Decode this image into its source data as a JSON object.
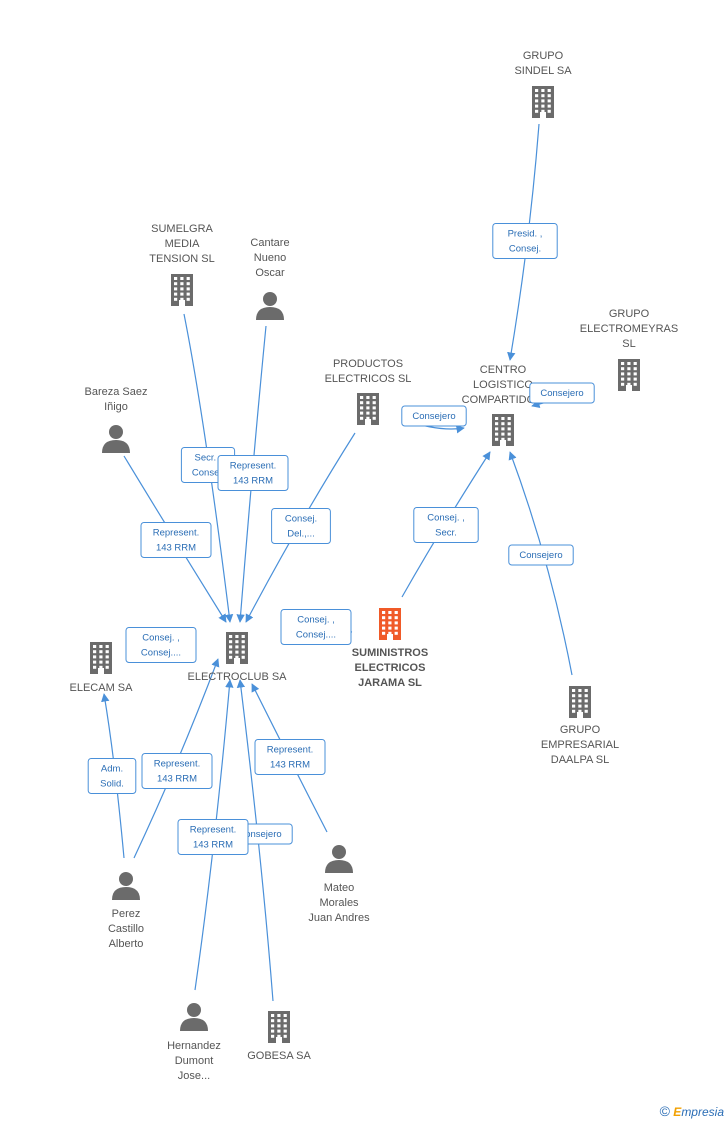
{
  "nodes": [
    {
      "id": "sindel",
      "type": "company",
      "label": [
        "GRUPO",
        "SINDEL SA"
      ]
    },
    {
      "id": "centro",
      "type": "company",
      "label": [
        "CENTRO",
        "LOGISTICO",
        "COMPARTIDO..."
      ]
    },
    {
      "id": "electromeyras",
      "type": "company",
      "label": [
        "GRUPO",
        "ELECTROMEYRAS",
        "SL"
      ]
    },
    {
      "id": "sumelgra",
      "type": "company",
      "label": [
        "SUMELGRA",
        "MEDIA",
        "TENSION SL"
      ]
    },
    {
      "id": "cantare",
      "type": "person",
      "label": [
        "Cantare",
        "Nueno",
        "Oscar"
      ]
    },
    {
      "id": "productos",
      "type": "company",
      "label": [
        "PRODUCTOS",
        "ELECTRICOS SL"
      ]
    },
    {
      "id": "bareza",
      "type": "person",
      "label": [
        "Bareza Saez",
        "Iñigo"
      ]
    },
    {
      "id": "electroclub",
      "type": "company",
      "label": [
        "ELECTROCLUB SA"
      ]
    },
    {
      "id": "suministros",
      "type": "company",
      "main": true,
      "label": [
        "SUMINISTROS",
        "ELECTRICOS",
        "JARAMA SL"
      ]
    },
    {
      "id": "elecam",
      "type": "company",
      "label": [
        "ELECAM SA"
      ]
    },
    {
      "id": "daalpa",
      "type": "company",
      "label": [
        "GRUPO",
        "EMPRESARIAL",
        "DAALPA SL"
      ]
    },
    {
      "id": "perez",
      "type": "person",
      "label": [
        "Perez",
        "Castillo",
        "Alberto"
      ]
    },
    {
      "id": "mateo",
      "type": "person",
      "label": [
        "Mateo",
        "Morales",
        "Juan Andres"
      ]
    },
    {
      "id": "hernandez",
      "type": "person",
      "label": [
        "Hernandez",
        "Dumont",
        "Jose..."
      ]
    },
    {
      "id": "gobesa",
      "type": "company",
      "label": [
        "GOBESA SA"
      ]
    }
  ],
  "edges": [
    {
      "from": "sindel",
      "to": "centro",
      "label": [
        "Presid. ,",
        "Consej."
      ]
    },
    {
      "from": "centro",
      "to": "centro",
      "label": [
        "Consejero"
      ]
    },
    {
      "from": "electromeyras",
      "to": "centro",
      "label": [
        "Consejero"
      ]
    },
    {
      "from": "suministros",
      "to": "centro",
      "label": [
        "Consej. ,",
        "Secr."
      ]
    },
    {
      "from": "daalpa",
      "to": "centro",
      "label": [
        "Consejero"
      ]
    },
    {
      "from": "sumelgra",
      "to": "electroclub",
      "label": [
        "Secr. ,",
        "Consej."
      ]
    },
    {
      "from": "cantare",
      "to": "electroclub",
      "label": [
        "Represent.",
        "143 RRM"
      ]
    },
    {
      "from": "productos",
      "to": "electroclub",
      "label": [
        "Consej.",
        "Del.,..."
      ]
    },
    {
      "from": "bareza",
      "to": "electroclub",
      "label": [
        "Represent.",
        "143 RRM"
      ]
    },
    {
      "from": "suministros",
      "to": "electroclub",
      "label": [
        "Consej. ,",
        "Consej...."
      ]
    },
    {
      "from": "electroclub",
      "to": "electroclub",
      "label": [
        "Consej. ,",
        "Consej...."
      ]
    },
    {
      "from": "perez",
      "to": "elecam",
      "label": [
        "Adm.",
        "Solid."
      ]
    },
    {
      "from": "perez",
      "to": "electroclub",
      "label": [
        "Represent.",
        "143 RRM"
      ]
    },
    {
      "from": "mateo",
      "to": "electroclub",
      "label": [
        "Represent.",
        "143 RRM"
      ]
    },
    {
      "from": "gobesa",
      "to": "electroclub",
      "label": [
        "Consejero"
      ]
    },
    {
      "from": "hernandez",
      "to": "electroclub",
      "label": [
        "Represent.",
        "143 RRM"
      ]
    }
  ],
  "brand": {
    "copyright": "©",
    "e": "E",
    "rest": "mpresia"
  }
}
